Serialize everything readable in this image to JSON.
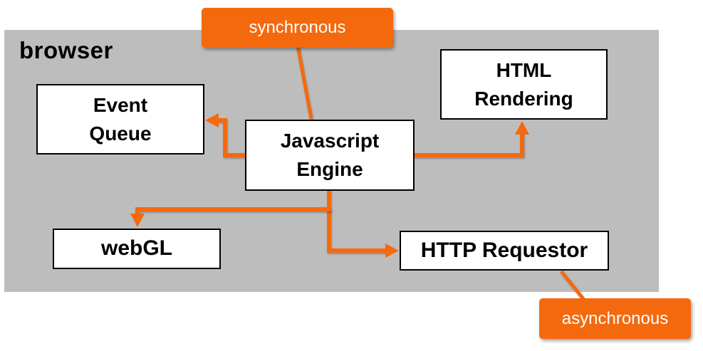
{
  "diagram": {
    "title": "browser",
    "colors": {
      "accent": "#F5690E",
      "panel": "#BDBDBD",
      "node_bg": "#FFFFFF",
      "node_border": "#000000",
      "callout_text": "#FFFFFF",
      "label_text": "#000000"
    },
    "nodes": [
      {
        "id": "event-queue",
        "label": "Event\nQueue"
      },
      {
        "id": "js-engine",
        "label": "Javascript\nEngine"
      },
      {
        "id": "html-rendering",
        "label": "HTML\nRendering"
      },
      {
        "id": "webgl",
        "label": "webGL"
      },
      {
        "id": "http-requestor",
        "label": "HTTP Requestor"
      }
    ],
    "callouts": [
      {
        "id": "synchronous",
        "label": "synchronous"
      },
      {
        "id": "asynchronous",
        "label": "asynchronous"
      }
    ],
    "edges": [
      {
        "from": "synchronous",
        "to": "js-engine",
        "style": "plain-line"
      },
      {
        "from": "js-engine",
        "to": "event-queue",
        "style": "elbow-arrow"
      },
      {
        "from": "js-engine",
        "to": "html-rendering",
        "style": "elbow-arrow"
      },
      {
        "from": "js-engine",
        "to": "webgl",
        "style": "elbow-arrow"
      },
      {
        "from": "js-engine",
        "to": "http-requestor",
        "style": "elbow-arrow"
      },
      {
        "from": "http-requestor",
        "to": "asynchronous",
        "style": "plain-line"
      }
    ]
  }
}
